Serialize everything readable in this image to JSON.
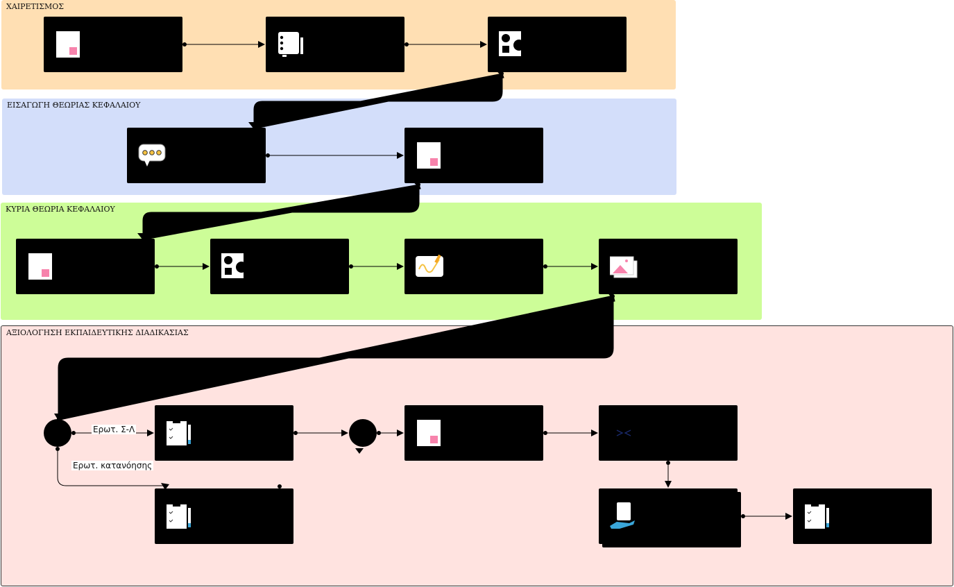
{
  "lanes": [
    {
      "id": "lane-1",
      "title": "ΧΑΙΡΕΤΙΣΜΟΣ",
      "color": "#ffdfb3"
    },
    {
      "id": "lane-2",
      "title": "ΕΙΣΑΓΩΓΗ ΘΕΩΡΙΑΣ ΚΕΦΑΛΑΙΟΥ",
      "color": "#d3defa"
    },
    {
      "id": "lane-3",
      "title": "ΚΥΡΙΑ ΘΕΩΡΙΑ ΚΕΦΑΛΑΙΟΥ",
      "color": "#cdfd98"
    },
    {
      "id": "lane-4",
      "title": "ΑΞΙΟΛΟΓΗΣΗ ΕΚΠΑΙΔΕΥΤΙΚΗΣ ΔΙΑΔΙΚΑΣΙΑΣ",
      "color": "#ffe3e0"
    }
  ],
  "edge_labels": {
    "true_false": "Ερωτ. Σ-Λ",
    "comprehension": "Ερωτ. κατανόησης"
  },
  "icons": {
    "document": "document-icon",
    "notebook": "notebook-icon",
    "shapes": "shapes-icon",
    "chat": "chat-bubble-icon",
    "drawing": "drawing-icon",
    "image": "image-icon",
    "checklist": "checklist-icon",
    "code": "code-icon",
    "hand-document": "hand-document-icon"
  },
  "colors": {
    "node": "#000000",
    "accent_pink": "#f783ac",
    "accent_yellow": "#f5c242",
    "accent_blue": "#3aa6d9"
  }
}
